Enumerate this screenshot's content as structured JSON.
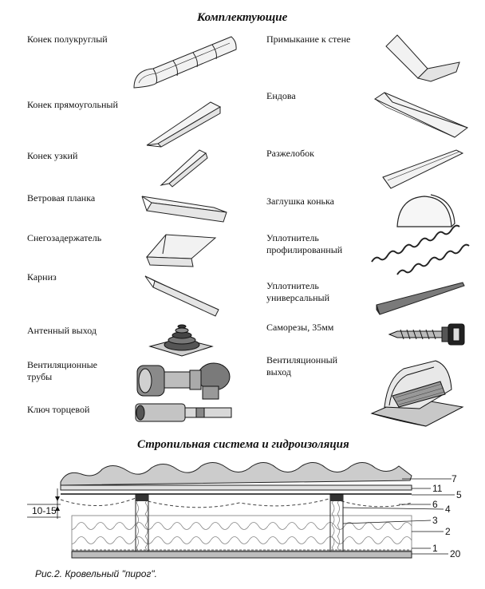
{
  "headings": {
    "components": "Комплектующие",
    "rafters": "Стропильная система и гидроизоляция"
  },
  "components_left": [
    {
      "label": "Конек полукруглый"
    },
    {
      "label": "Конек прямоугольный"
    },
    {
      "label": "Конек узкий"
    },
    {
      "label": "Ветровая планка"
    },
    {
      "label": "Снегозадержатель"
    },
    {
      "label": "Карниз"
    },
    {
      "label": "Антенный выход"
    },
    {
      "label": "Вентиляционные",
      "label2": "трубы"
    },
    {
      "label": "Ключ торцевой"
    }
  ],
  "components_right": [
    {
      "label": "Примыкание к стене"
    },
    {
      "label": "Ендова"
    },
    {
      "label": "Разжелобок"
    },
    {
      "label": "Заглушка конька"
    },
    {
      "label": "Уплотнитель",
      "label2": "профилированный"
    },
    {
      "label": "Уплотнитель",
      "label2": "универсальный"
    },
    {
      "label": "Саморезы, 35мм"
    },
    {
      "label": "Вентиляционный",
      "label2": "выход"
    }
  ],
  "layers": {
    "numbers": [
      "7",
      "11",
      "5",
      "6",
      "4",
      "3",
      "2",
      "1",
      "20"
    ],
    "gap_label": "10-15"
  },
  "caption": "Рис.2. Кровельный \"пирог\"."
}
